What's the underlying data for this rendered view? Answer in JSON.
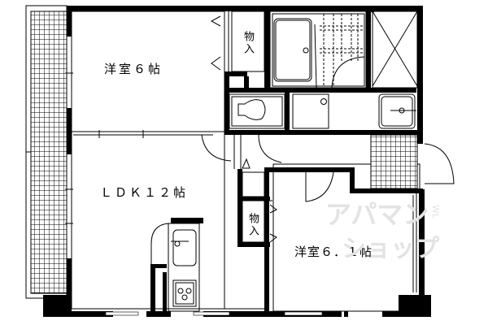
{
  "floor_plan": {
    "rooms": [
      {
        "id": "western-room-1",
        "label": "洋室６帖"
      },
      {
        "id": "ldk",
        "label": "ＬＤＫ１２帖"
      },
      {
        "id": "western-room-2",
        "label": "洋室６．１帖"
      }
    ],
    "closets": [
      {
        "id": "closet-upper",
        "label": "物入"
      },
      {
        "id": "closet-lower",
        "label": "物入"
      }
    ],
    "fixtures": [
      "bathtub",
      "toilet",
      "washbasin",
      "washing-machine-pan",
      "kitchen-sink",
      "gas-stove",
      "balcony",
      "entrance-porch"
    ]
  },
  "watermark": {
    "line1": "アパマン",
    "line2": "ショップ",
    "small": "WL"
  },
  "colors": {
    "wall": "#000000",
    "background": "#ffffff",
    "watermark": "#e3e3e3"
  }
}
